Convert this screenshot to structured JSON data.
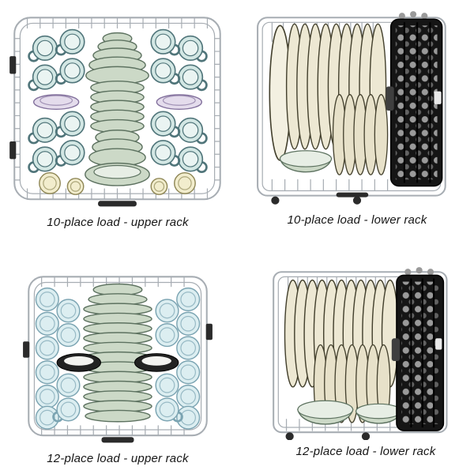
{
  "panels": [
    {
      "id": "upper-10",
      "caption": "10-place load - upper rack"
    },
    {
      "id": "lower-10",
      "caption": "10-place load - lower rack"
    },
    {
      "id": "upper-12",
      "caption": "12-place load - upper rack"
    },
    {
      "id": "lower-12",
      "caption": "12-place load - lower rack"
    }
  ],
  "colors": {
    "ink": "#161616",
    "wire": "#a7adb3",
    "clip": "#2b2b2b",
    "cup-fill": "#d3e7e4",
    "cup-inner": "#eaf4f2",
    "cup-stroke": "#50757a",
    "sage-fill": "#ccd9c7",
    "sage-light": "#e7eee5",
    "sage-stroke": "#5d7260",
    "saucer-fill": "#e4dcec",
    "saucer-stroke": "#83719d",
    "glass-fill": "#f2edcd",
    "glass-stroke": "#8f8756",
    "blue-fill": "#dceef1",
    "blue-stroke": "#7ba4b2",
    "cream-fill": "#ede8d3",
    "cream-front": "#e7e1c9",
    "cream-light": "#f3f0e1",
    "cream-stroke": "#44412e",
    "basket": "#151515",
    "basket-handle": "#3f3f3f",
    "bowl-dark": "#222222",
    "dot-a": "#9a9a9a",
    "dot-b": "#626262",
    "label": "#e9e9e9"
  }
}
